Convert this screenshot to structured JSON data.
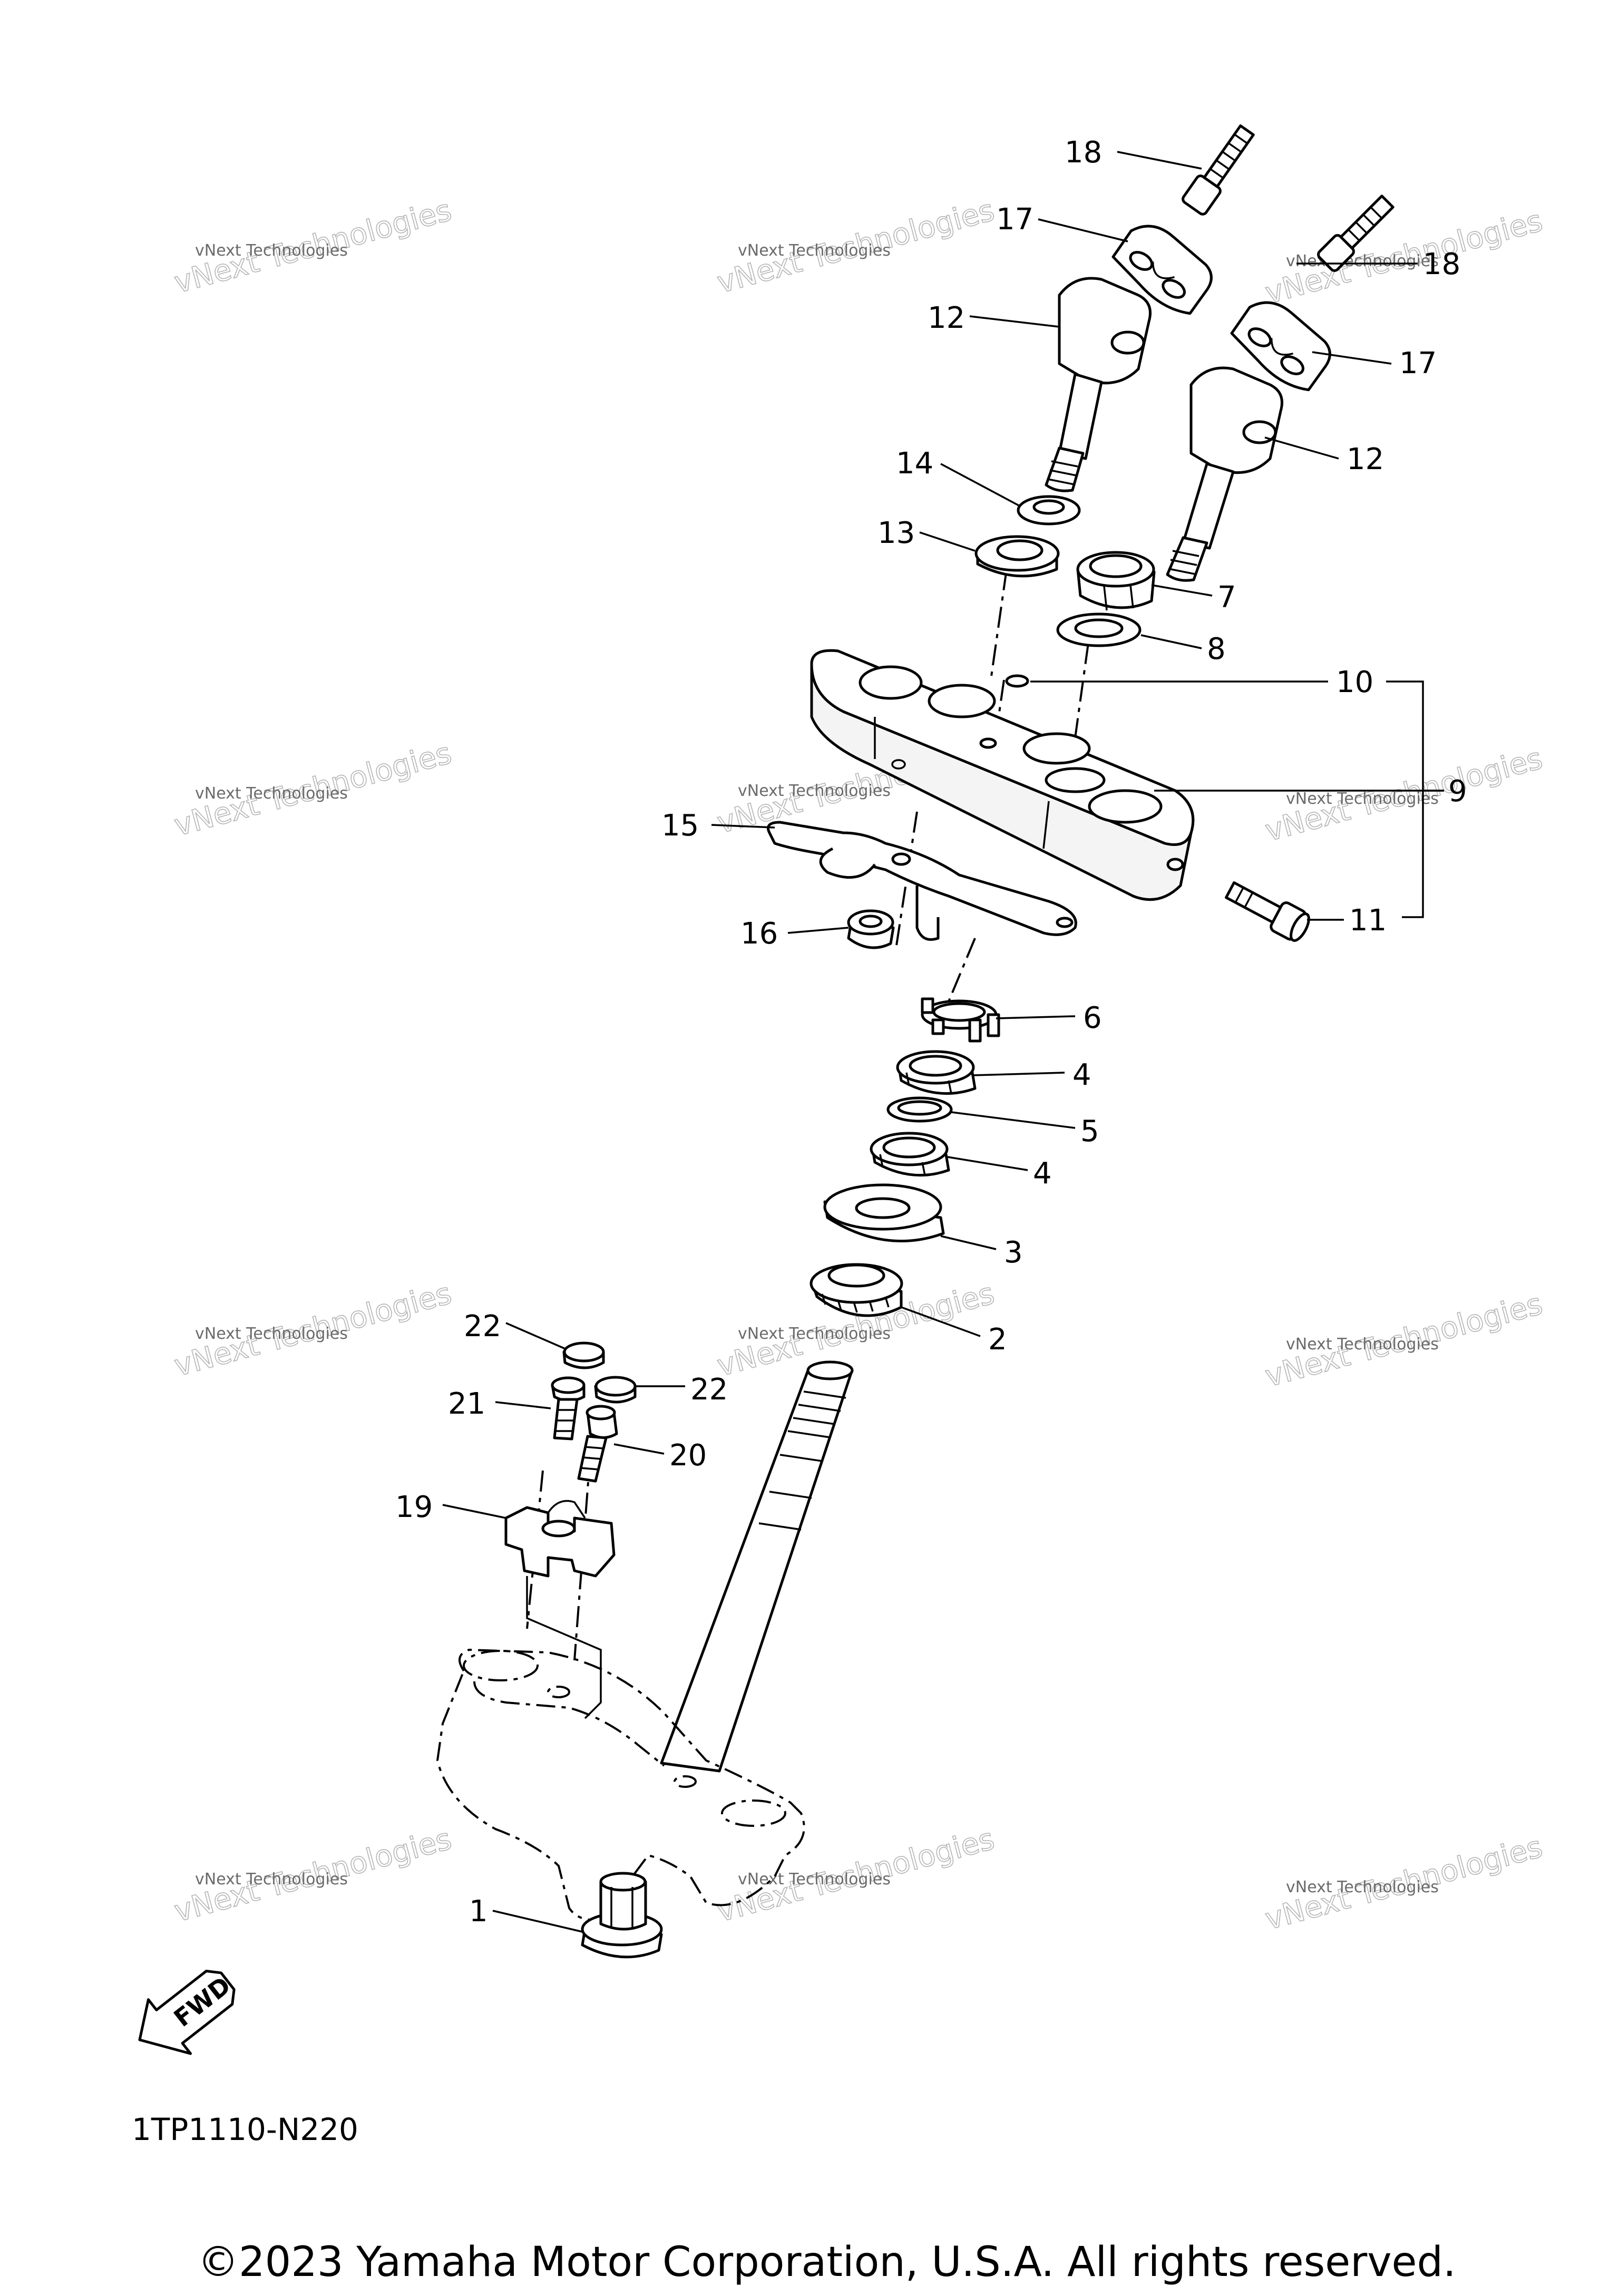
{
  "diagram": {
    "drawing_code": "1TP1110-N220",
    "copyright": "©2023 Yamaha Motor Corporation, U.S.A. All rights reserved.",
    "fwd_label": "FWD",
    "callouts": {
      "c1": "1",
      "c2": "2",
      "c3": "3",
      "c4a": "4",
      "c4b": "4",
      "c5": "5",
      "c6": "6",
      "c7": "7",
      "c8": "8",
      "c9": "9",
      "c10": "10",
      "c11": "11",
      "c12a": "12",
      "c12b": "12",
      "c13": "13",
      "c14": "14",
      "c15": "15",
      "c16": "16",
      "c17a": "17",
      "c17b": "17",
      "c18a": "18",
      "c18b": "18",
      "c19": "19",
      "c20": "20",
      "c21": "21",
      "c22a": "22",
      "c22b": "22"
    }
  },
  "watermark": {
    "small": "vNext Technologies",
    "large": "vNext Technologies"
  }
}
